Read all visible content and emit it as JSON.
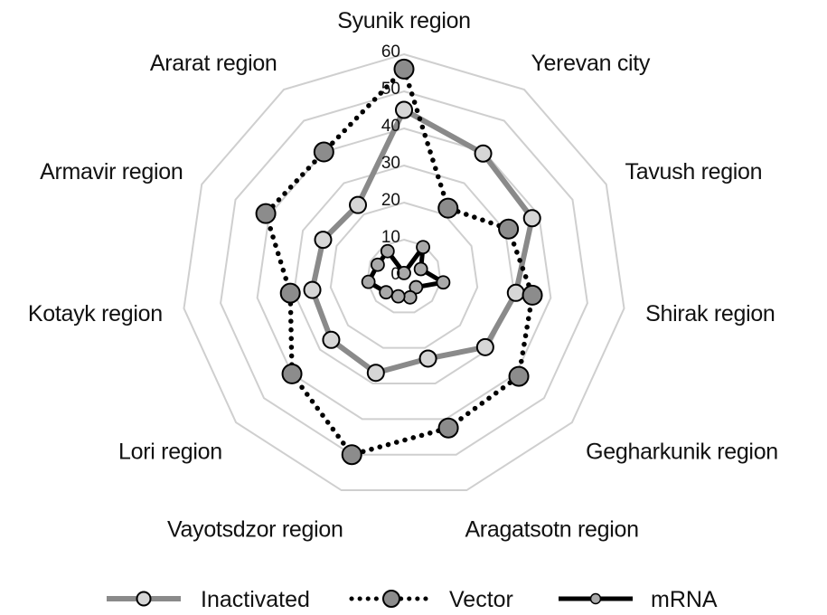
{
  "chart_data": {
    "type": "radar",
    "title": "",
    "categories": [
      "Syunik region",
      "Yerevan city",
      "Tavush region",
      "Shirak region",
      "Gegharkunik region",
      "Aragatsotn region",
      "Vayotsdzor region",
      "Lori region",
      "Kotayk region",
      "Armavir region",
      "Ararat region"
    ],
    "radial_axis": {
      "range": [
        0,
        60
      ],
      "ticks": [
        0,
        10,
        20,
        30,
        40,
        50,
        60
      ],
      "tick_labels": [
        "0",
        "10",
        "20",
        "30",
        "40",
        "50",
        "60"
      ],
      "grid": true
    },
    "series": [
      {
        "name": "Inactivated",
        "line_style": "solid",
        "line_color": "#8a8a8a",
        "marker_fill": "#d6d6d6",
        "values": [
          45,
          39.5,
          38,
          30.5,
          29,
          23,
          27,
          26,
          25,
          24,
          23
        ]
      },
      {
        "name": "Vector",
        "line_style": "dotted",
        "line_color": "#000000",
        "marker_fill": "#8c8c8c",
        "values": [
          56,
          22,
          31,
          35,
          41,
          42.5,
          50,
          40,
          31,
          41,
          40
        ]
      },
      {
        "name": "mRNA",
        "line_style": "solid",
        "line_color": "#000000",
        "marker_fill": "#a9a9a9",
        "values": [
          1,
          9.5,
          5,
          10.7,
          4.3,
          5.8,
          5.5,
          6.4,
          9.7,
          7.8,
          8.2
        ]
      }
    ],
    "legend": {
      "placement": "bottom",
      "entries": [
        "Inactivated",
        "Vector",
        "mRNA"
      ]
    }
  }
}
